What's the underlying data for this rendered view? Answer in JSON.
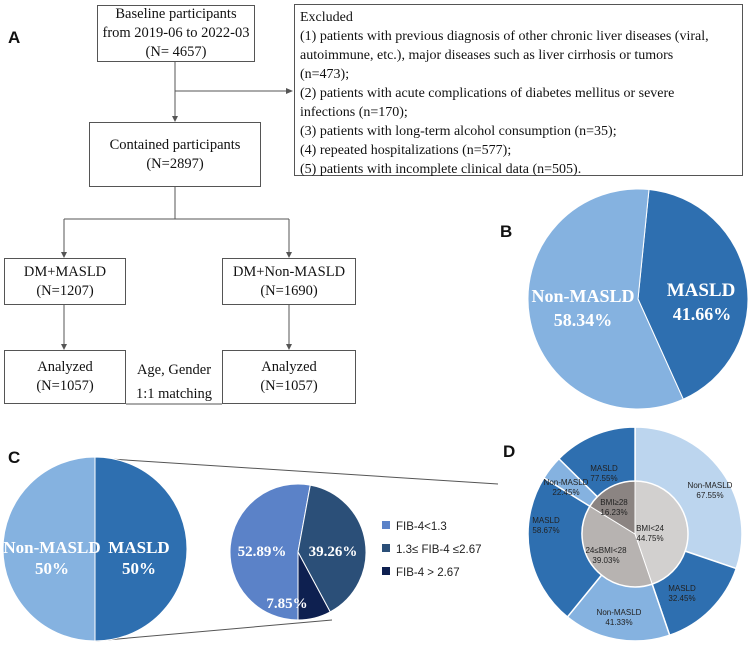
{
  "panels": {
    "a": "A",
    "b": "B",
    "c": "C",
    "d": "D"
  },
  "flow": {
    "baseline": [
      "Baseline participants",
      "from 2019-06 to 2022-03",
      "(N= 4657)"
    ],
    "excluded": [
      "Excluded",
      "(1) patients with previous diagnosis of other chronic liver diseases (viral,",
      "autoimmune, etc.), major diseases such as liver cirrhosis or tumors",
      "(n=473);",
      "(2) patients with acute complications of diabetes mellitus or severe",
      "infections (n=170);",
      "(3) patients with long-term alcohol consumption (n=35);",
      "(4) repeated hospitalizations (n=577);",
      "(5) patients with incomplete clinical data (n=505)."
    ],
    "contained": [
      "Contained participants",
      "(N=2897)"
    ],
    "dm_masld": [
      "DM+MASLD",
      "(N=1207)"
    ],
    "dm_nonmasld": [
      "DM+Non-MASLD",
      "(N=1690)"
    ],
    "analyzed_left": [
      "Analyzed",
      "(N=1057)"
    ],
    "analyzed_right": [
      "Analyzed",
      "(N=1057)"
    ],
    "matching": [
      "Age, Gender",
      "1:1 matching"
    ]
  },
  "colors": {
    "dark": "#2e6fb0",
    "light": "#85b2e0",
    "fib_mid": "#5b82c8",
    "fib_dark": "#2b4f78",
    "fib_navy": "#0e2050",
    "ring_light": "#bcd5ee",
    "inner_light": "#d2d0cf",
    "inner_mid": "#b7b3b1",
    "inner_dark": "#8b8482"
  },
  "chart_data": [
    {
      "type": "pie",
      "panel": "B",
      "slices": [
        {
          "label": "MASLD",
          "value": 41.66,
          "text": "41.66%"
        },
        {
          "label": "Non-MASLD",
          "value": 58.34,
          "text": "58.34%"
        }
      ]
    },
    {
      "type": "pie",
      "panel": "C",
      "slices": [
        {
          "label": "MASLD",
          "value": 50,
          "text": "50%"
        },
        {
          "label": "Non-MASLD",
          "value": 50,
          "text": "50%"
        }
      ]
    },
    {
      "type": "pie",
      "panel": "C-detail",
      "slices": [
        {
          "label": "FIB-4<1.3",
          "value": 52.89,
          "text": "52.89%"
        },
        {
          "label": "1.3≤ FIB-4 ≤2.67",
          "value": 39.26,
          "text": "39.26%"
        },
        {
          "label": "FIB-4 > 2.67",
          "value": 7.85,
          "text": "7.85%"
        }
      ],
      "legend": [
        "FIB-4<1.3",
        "1.3≤ FIB-4 ≤2.67",
        "FIB-4 > 2.67"
      ]
    },
    {
      "type": "pie",
      "panel": "D",
      "inner": [
        {
          "label": "BMI<24",
          "value": 44.75,
          "text": "44.75%"
        },
        {
          "label": "24≤BMI<28",
          "value": 39.03,
          "text": "39.03%"
        },
        {
          "label": "BMI≥28",
          "value": 16.23,
          "text": "16.23%"
        }
      ],
      "outer": [
        {
          "label": "Non-MASLD",
          "value": 30.23,
          "text": "67.55%"
        },
        {
          "label": "MASLD",
          "value": 14.52,
          "text": "32.45%"
        },
        {
          "label": "Non-MASLD",
          "value": 16.13,
          "text": "41.33%"
        },
        {
          "label": "MASLD",
          "value": 22.9,
          "text": "58.67%"
        },
        {
          "label": "Non-MASLD",
          "value": 3.64,
          "text": "22.45%"
        },
        {
          "label": "MASLD",
          "value": 12.59,
          "text": "77.55%"
        }
      ]
    }
  ]
}
